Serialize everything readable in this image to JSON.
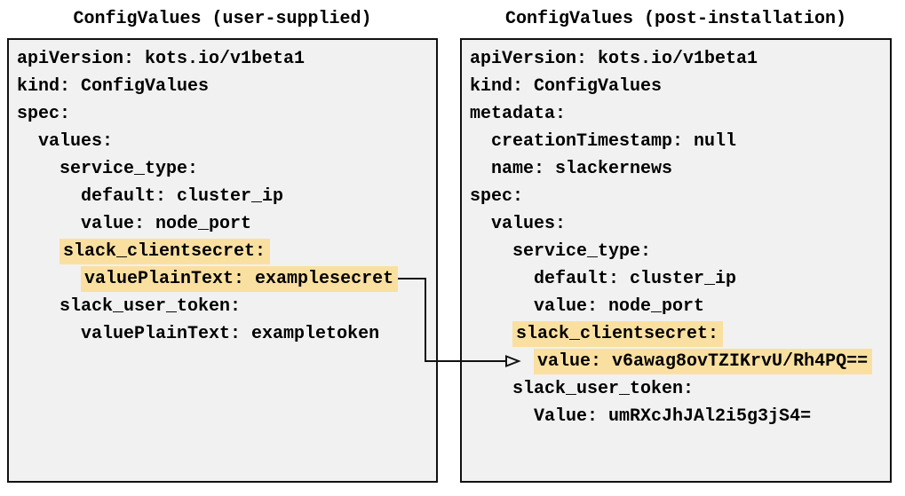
{
  "colors": {
    "highlight": "#FAE0A0",
    "panel_bg": "#F1F1F2",
    "panel_border": "#111111",
    "text": "#000000",
    "canvas_bg": "#FFFFFF"
  },
  "left_panel": {
    "title": "ConfigValues (user-supplied)",
    "lines": [
      {
        "indent": "",
        "text": "apiVersion: kots.io/v1beta1",
        "highlight": false
      },
      {
        "indent": "",
        "text": "kind: ConfigValues",
        "highlight": false
      },
      {
        "indent": "",
        "text": "spec:",
        "highlight": false
      },
      {
        "indent": "  ",
        "text": "values:",
        "highlight": false
      },
      {
        "indent": "    ",
        "text": "service_type:",
        "highlight": false
      },
      {
        "indent": "      ",
        "text": "default: cluster_ip",
        "highlight": false
      },
      {
        "indent": "      ",
        "text": "value: node_port",
        "highlight": false
      },
      {
        "indent": "    ",
        "text": "slack_clientsecret:",
        "highlight": true
      },
      {
        "indent": "      ",
        "text": "valuePlainText: examplesecret",
        "highlight": true
      },
      {
        "indent": "    ",
        "text": "slack_user_token:",
        "highlight": false
      },
      {
        "indent": "      ",
        "text": "valuePlainText: exampletoken",
        "highlight": false
      }
    ]
  },
  "right_panel": {
    "title": "ConfigValues (post-installation)",
    "lines": [
      {
        "indent": "",
        "text": "apiVersion: kots.io/v1beta1",
        "highlight": false
      },
      {
        "indent": "",
        "text": "kind: ConfigValues",
        "highlight": false
      },
      {
        "indent": "",
        "text": "metadata:",
        "highlight": false
      },
      {
        "indent": "  ",
        "text": "creationTimestamp: null",
        "highlight": false
      },
      {
        "indent": "  ",
        "text": "name: slackernews",
        "highlight": false
      },
      {
        "indent": "",
        "text": "spec:",
        "highlight": false
      },
      {
        "indent": "  ",
        "text": "values:",
        "highlight": false
      },
      {
        "indent": "    ",
        "text": "service_type:",
        "highlight": false
      },
      {
        "indent": "      ",
        "text": "default: cluster_ip",
        "highlight": false
      },
      {
        "indent": "      ",
        "text": "value: node_port",
        "highlight": false
      },
      {
        "indent": "    ",
        "text": "slack_clientsecret:",
        "highlight": true
      },
      {
        "indent": "      ",
        "text": "value: v6awag8ovTZIKrvU/Rh4PQ==",
        "highlight": true
      },
      {
        "indent": "    ",
        "text": "slack_user_token:",
        "highlight": false
      },
      {
        "indent": "      ",
        "text": "Value: umRXcJhJAl2i5g3jS4=",
        "highlight": false
      }
    ]
  },
  "arrow": {
    "type": "elbow",
    "direction": "left-to-right"
  }
}
